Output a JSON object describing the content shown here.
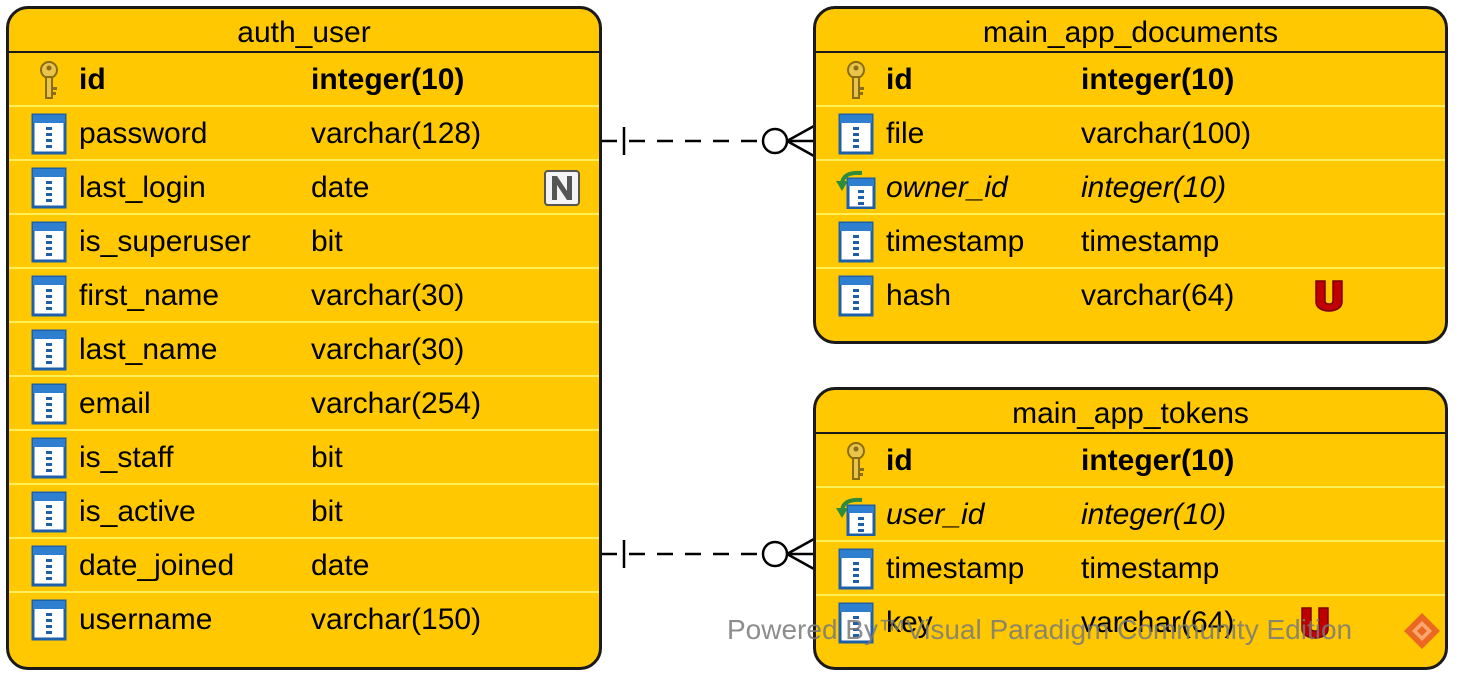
{
  "entities": {
    "auth_user": {
      "name": "auth_user",
      "columns": [
        {
          "name": "id",
          "type": "integer(10)",
          "kind": "pk"
        },
        {
          "name": "password",
          "type": "varchar(128)",
          "kind": "col"
        },
        {
          "name": "last_login",
          "type": "date",
          "kind": "col",
          "badge": "N"
        },
        {
          "name": "is_superuser",
          "type": "bit",
          "kind": "col"
        },
        {
          "name": "first_name",
          "type": "varchar(30)",
          "kind": "col"
        },
        {
          "name": "last_name",
          "type": "varchar(30)",
          "kind": "col"
        },
        {
          "name": "email",
          "type": "varchar(254)",
          "kind": "col"
        },
        {
          "name": "is_staff",
          "type": "bit",
          "kind": "col"
        },
        {
          "name": "is_active",
          "type": "bit",
          "kind": "col"
        },
        {
          "name": "date_joined",
          "type": "date",
          "kind": "col"
        },
        {
          "name": "username",
          "type": "varchar(150)",
          "kind": "col"
        }
      ]
    },
    "main_app_documents": {
      "name": "main_app_documents",
      "columns": [
        {
          "name": "id",
          "type": "integer(10)",
          "kind": "pk"
        },
        {
          "name": "file",
          "type": "varchar(100)",
          "kind": "col"
        },
        {
          "name": "owner_id",
          "type": "integer(10)",
          "kind": "fk"
        },
        {
          "name": "timestamp",
          "type": "timestamp",
          "kind": "col"
        },
        {
          "name": "hash",
          "type": "varchar(64)",
          "kind": "col",
          "badge": "U"
        }
      ]
    },
    "main_app_tokens": {
      "name": "main_app_tokens",
      "columns": [
        {
          "name": "id",
          "type": "integer(10)",
          "kind": "pk"
        },
        {
          "name": "user_id",
          "type": "integer(10)",
          "kind": "fk"
        },
        {
          "name": "timestamp",
          "type": "timestamp",
          "kind": "col"
        },
        {
          "name": "key",
          "type": "varchar(64)",
          "kind": "col",
          "badge": "U"
        }
      ]
    }
  },
  "relationships": [
    {
      "from": "auth_user",
      "to": "main_app_documents",
      "style": "dashed",
      "from_end": "one",
      "to_end": "zero-or-many"
    },
    {
      "from": "auth_user",
      "to": "main_app_tokens",
      "style": "dashed",
      "from_end": "one",
      "to_end": "zero-or-many"
    }
  ],
  "watermark": {
    "text": "Powered By™Visual Paradigm Community Edition"
  },
  "colors": {
    "entity_fill": "#FFC800",
    "row_separator": "#FFF05A",
    "outline": "#1a1a1a",
    "unique_badge": "#C00000",
    "watermark": "#7a7a7a"
  },
  "icons": {
    "pk": "key-icon",
    "col": "column-icon",
    "fk": "foreign-key-column-icon",
    "badge_N": "nullable-badge-icon",
    "badge_U": "unique-badge-icon"
  }
}
